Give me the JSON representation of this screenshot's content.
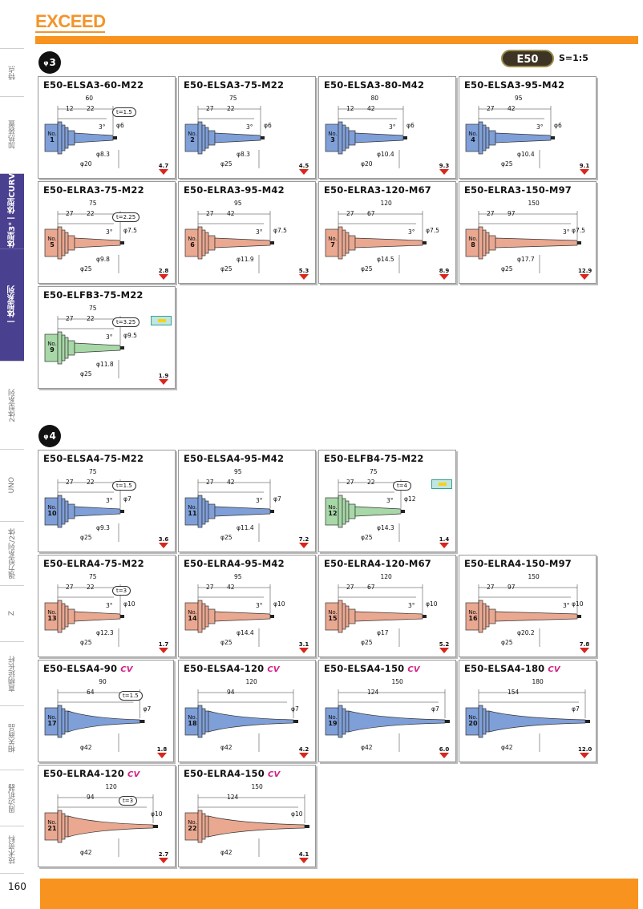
{
  "header": {
    "logo": "EXCEED",
    "series": "E50",
    "scale": "S=1:5"
  },
  "side_tabs": [
    {
      "label": "特点"
    },
    {
      "label": "加热装置"
    },
    {
      "label": "一体型3°一体型CURVE"
    },
    {
      "label": "一体型系列"
    },
    {
      "label": "2体型系列"
    },
    {
      "label": "UNO"
    },
    {
      "label": "强力型系列/2体"
    },
    {
      "label": "Z"
    },
    {
      "label": "直柄延长杆"
    },
    {
      "label": "相关商品"
    },
    {
      "label": "周边机器"
    },
    {
      "label": "技术资料"
    }
  ],
  "sections": [
    {
      "label": "3"
    },
    {
      "label": "4"
    }
  ],
  "page_number": "160",
  "cards": [
    {
      "title": "E50-ELSA3-60-M22",
      "no": "1",
      "weight": "4.7",
      "t": "t=1.5",
      "dims": [
        "60",
        "12",
        "22",
        "3°",
        "φ6",
        "φ8.3",
        "φ20"
      ],
      "color": "#7f9fd8"
    },
    {
      "title": "E50-ELSA3-75-M22",
      "no": "2",
      "weight": "4.5",
      "t": "",
      "dims": [
        "75",
        "27",
        "22",
        "3°",
        "φ6",
        "φ8.3",
        "φ25"
      ],
      "color": "#7f9fd8"
    },
    {
      "title": "E50-ELSA3-80-M42",
      "no": "3",
      "weight": "9.3",
      "t": "",
      "dims": [
        "80",
        "12",
        "42",
        "3°",
        "φ6",
        "φ10.4",
        "φ20"
      ],
      "color": "#7f9fd8"
    },
    {
      "title": "E50-ELSA3-95-M42",
      "no": "4",
      "weight": "9.1",
      "t": "",
      "dims": [
        "95",
        "27",
        "42",
        "3°",
        "φ6",
        "φ10.4",
        "φ25"
      ],
      "color": "#7f9fd8"
    },
    {
      "title": "E50-ELRA3-75-M22",
      "no": "5",
      "weight": "2.8",
      "t": "t=2.25",
      "dims": [
        "75",
        "27",
        "22",
        "3°",
        "φ7.5",
        "φ9.8",
        "φ25"
      ],
      "color": "#eaa891"
    },
    {
      "title": "E50-ELRA3-95-M42",
      "no": "6",
      "weight": "5.3",
      "t": "",
      "dims": [
        "95",
        "27",
        "42",
        "3°",
        "φ7.5",
        "φ11.9",
        "φ25"
      ],
      "color": "#eaa891"
    },
    {
      "title": "E50-ELRA3-120-M67",
      "no": "7",
      "weight": "8.9",
      "t": "",
      "dims": [
        "120",
        "27",
        "67",
        "3°",
        "φ7.5",
        "φ14.5",
        "φ25"
      ],
      "color": "#eaa891"
    },
    {
      "title": "E50-ELRA3-150-M97",
      "no": "8",
      "weight": "12.9",
      "t": "",
      "dims": [
        "150",
        "27",
        "97",
        "3°",
        "φ7.5",
        "φ17.7",
        "φ25"
      ],
      "color": "#eaa891"
    },
    {
      "title": "E50-ELFB3-75-M22",
      "no": "9",
      "weight": "1.9",
      "t": "t=3.25",
      "dims": [
        "75",
        "27",
        "22",
        "3°",
        "φ9.5",
        "φ11.8",
        "φ25"
      ],
      "color": "#a8d8a8"
    },
    {
      "title": "E50-ELSA4-75-M22",
      "no": "10",
      "weight": "3.6",
      "t": "t=1.5",
      "dims": [
        "75",
        "27",
        "22",
        "3°",
        "φ7",
        "φ9.3",
        "φ25"
      ],
      "color": "#7f9fd8"
    },
    {
      "title": "E50-ELSA4-95-M42",
      "no": "11",
      "weight": "7.2",
      "t": "",
      "dims": [
        "95",
        "27",
        "42",
        "3°",
        "φ7",
        "φ11.4",
        "φ25"
      ],
      "color": "#7f9fd8"
    },
    {
      "title": "E50-ELFB4-75-M22",
      "no": "12",
      "weight": "1.4",
      "t": "t=4",
      "dims": [
        "75",
        "27",
        "22",
        "3°",
        "φ12",
        "φ14.3",
        "φ25"
      ],
      "color": "#a8d8a8"
    },
    {
      "title": "E50-ELRA4-75-M22",
      "no": "13",
      "weight": "1.7",
      "t": "t=3",
      "dims": [
        "75",
        "27",
        "22",
        "3°",
        "φ10",
        "φ12.3",
        "φ25"
      ],
      "color": "#eaa891"
    },
    {
      "title": "E50-ELRA4-95-M42",
      "no": "14",
      "weight": "3.1",
      "t": "",
      "dims": [
        "95",
        "27",
        "42",
        "3°",
        "φ10",
        "φ14.4",
        "φ25"
      ],
      "color": "#eaa891"
    },
    {
      "title": "E50-ELRA4-120-M67",
      "no": "15",
      "weight": "5.2",
      "t": "",
      "dims": [
        "120",
        "27",
        "67",
        "3°",
        "φ10",
        "φ17",
        "φ25"
      ],
      "color": "#eaa891"
    },
    {
      "title": "E50-ELRA4-150-M97",
      "no": "16",
      "weight": "7.8",
      "t": "",
      "dims": [
        "150",
        "27",
        "97",
        "3°",
        "φ10",
        "φ20.2",
        "φ25"
      ],
      "color": "#eaa891"
    },
    {
      "title": "E50-ELSA4-90",
      "no": "17",
      "weight": "1.8",
      "t": "t=1.5",
      "dims": [
        "90",
        "64",
        "",
        "",
        "φ7",
        "",
        "φ42"
      ],
      "color": "#7f9fd8",
      "cv": "CV"
    },
    {
      "title": "E50-ELSA4-120",
      "no": "18",
      "weight": "4.2",
      "t": "",
      "dims": [
        "120",
        "94",
        "",
        "",
        "φ7",
        "",
        "φ42"
      ],
      "color": "#7f9fd8",
      "cv": "CV"
    },
    {
      "title": "E50-ELSA4-150",
      "no": "19",
      "weight": "6.0",
      "t": "",
      "dims": [
        "150",
        "124",
        "",
        "",
        "φ7",
        "",
        "φ42"
      ],
      "color": "#7f9fd8",
      "cv": "CV"
    },
    {
      "title": "E50-ELSA4-180",
      "no": "20",
      "weight": "12.0",
      "t": "",
      "dims": [
        "180",
        "154",
        "",
        "",
        "φ7",
        "",
        "φ42"
      ],
      "color": "#7f9fd8",
      "cv": "CV"
    },
    {
      "title": "E50-ELRA4-120",
      "no": "21",
      "weight": "2.7",
      "t": "t=3",
      "dims": [
        "120",
        "94",
        "",
        "",
        "φ10",
        "",
        "φ42"
      ],
      "color": "#eaa891",
      "cv": "CV"
    },
    {
      "title": "E50-ELRA4-150",
      "no": "22",
      "weight": "4.1",
      "t": "",
      "dims": [
        "150",
        "124",
        "",
        "",
        "φ10",
        "",
        "φ42"
      ],
      "color": "#eaa891",
      "cv": "CV"
    }
  ]
}
